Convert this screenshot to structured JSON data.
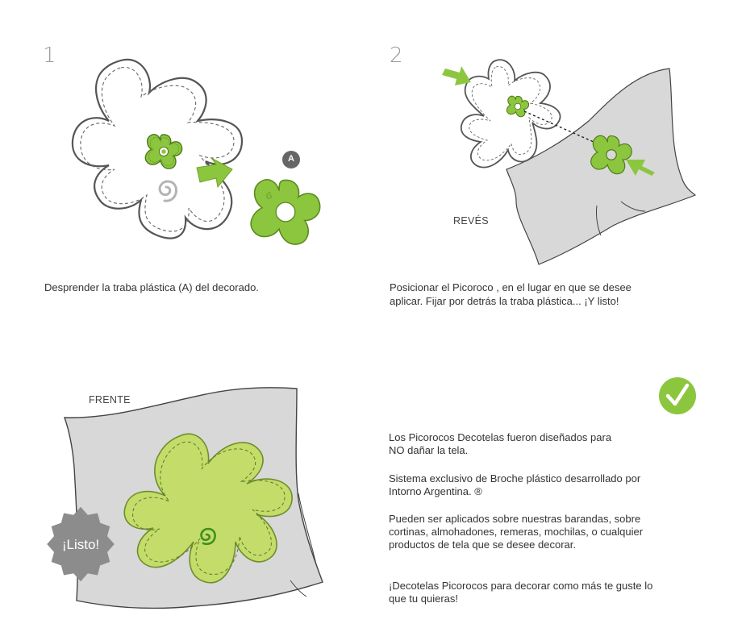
{
  "step1": {
    "number": "1",
    "caption": "Desprender la traba plástica (A) del decorado.",
    "marker": "A"
  },
  "step2": {
    "number": "2",
    "caption_line1": "Posicionar el Picoroco , en el lugar en que se desee",
    "caption_line2": "aplicar. Fijar por detrás la traba plástica... ¡Y listo!",
    "side_label": "REVÉS"
  },
  "step3": {
    "side_label": "FRENTE",
    "badge": "¡Listo!"
  },
  "info": {
    "p1_line1": "Los Picorocos Decotelas fueron diseñados para",
    "p1_line2": "NO dañar la tela.",
    "p2_line1": "Sistema exclusivo de Broche plástico desarrollado por",
    "p2_line2": "Intorno Argentina. ®",
    "p3_line1": "Pueden ser aplicados sobre nuestras barandas, sobre",
    "p3_line2": "cortinas, almohadones, remeras, mochilas, o cualquier",
    "p3_line3": "productos de tela que se desee decorar.",
    "p4_line1": "¡Decotelas Picorocos para decorar como más te guste lo",
    "p4_line2": "que tu quieras!"
  },
  "colors": {
    "green": "#8cc63f",
    "green_dark": "#5a8a1e",
    "light_green": "#c3dc6a",
    "fabric": "#d8d8d8",
    "outline": "#555555",
    "badge_gray": "#8c8c8c"
  },
  "icons": {
    "arrow": "arrow-icon",
    "check": "check-circle-icon",
    "spiral": "spiral-icon"
  }
}
